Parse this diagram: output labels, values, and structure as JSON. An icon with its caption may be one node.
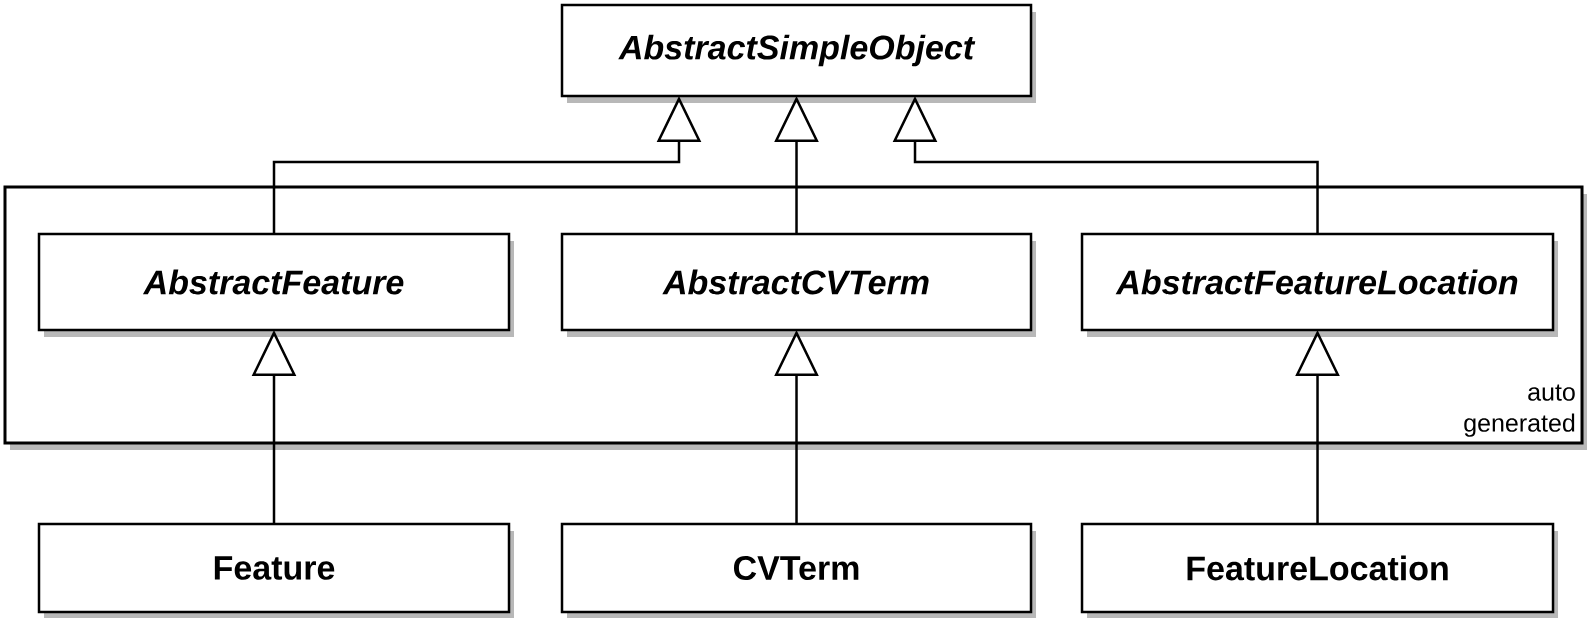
{
  "diagram": {
    "nodes": [
      {
        "text": [
          "AbstractSimpleObject"
        ]
      },
      {
        "text": [
          "auto generated"
        ]
      },
      {
        "text": [
          "AbstractFeature"
        ],
        "in": 1
      },
      {
        "text": [
          "AbstractCVTerm"
        ],
        "in": 1
      },
      {
        "text": [
          "AbstractFeatureLocation"
        ],
        "in": 1
      },
      {
        "text": [
          "Feature"
        ]
      },
      {
        "text": [
          "CVTerm"
        ]
      },
      {
        "text": [
          "FeatureLocation"
        ]
      }
    ],
    "edges": [
      {
        "from": 2,
        "to": 0,
        "arrow": "to"
      },
      {
        "from": 3,
        "to": 0,
        "arrow": "to"
      },
      {
        "from": 4,
        "to": 0,
        "arrow": "to"
      },
      {
        "from": 5,
        "to": 2,
        "arrow": "to"
      },
      {
        "from": 6,
        "to": 3,
        "arrow": "to"
      },
      {
        "from": 7,
        "to": 4,
        "arrow": "to"
      }
    ]
  }
}
